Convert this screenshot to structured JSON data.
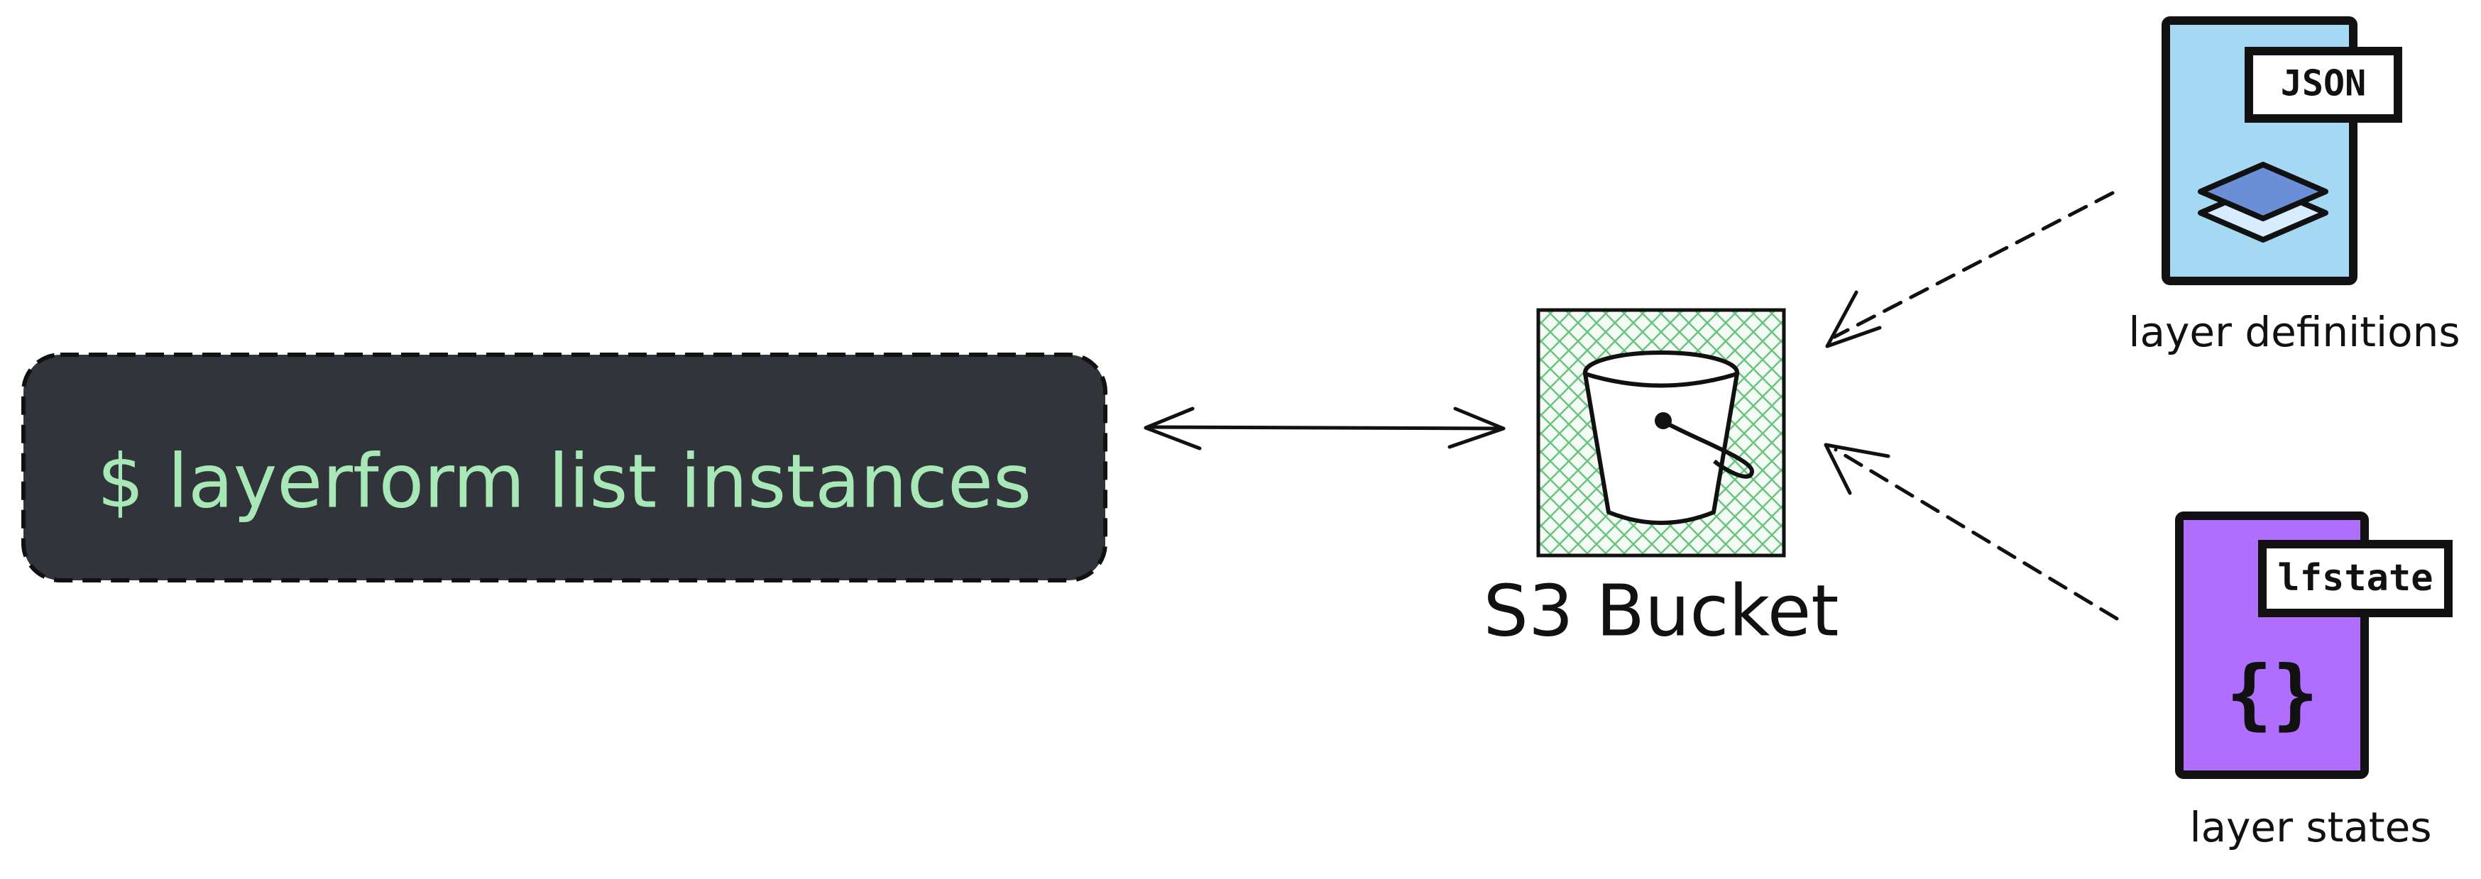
{
  "command": {
    "text": "$ layerform list instances",
    "background": "#31353b",
    "text_color": "#a7e8b6"
  },
  "bucket": {
    "label": "S3 Bucket",
    "icon": "bucket-icon",
    "fill_color": "#b9e6c3"
  },
  "definitions": {
    "label": "layer definitions",
    "badge": "JSON",
    "icon": "layers-icon",
    "color": "#a5d8f3"
  },
  "states": {
    "label": "layer states",
    "badge": "lfstate",
    "icon": "braces-icon",
    "glyph": "{}",
    "color": "#b06eff"
  }
}
